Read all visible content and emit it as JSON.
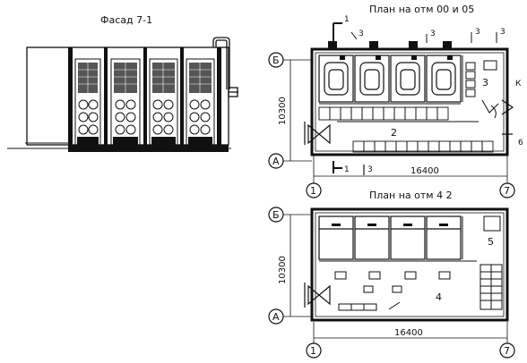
{
  "facade": {
    "title": "Фасад 7-1"
  },
  "plan1": {
    "title": "План на отм 00 и 05",
    "dim_width": "16400",
    "dim_height": "10300",
    "axis_top": "Б",
    "axis_bottom": "А",
    "axis_left": "1",
    "axis_right": "7",
    "room_labels": [
      "3",
      "2"
    ],
    "section_marks": [
      "1",
      "1",
      "3",
      "3",
      "3",
      "3",
      "3",
      "К",
      "6"
    ]
  },
  "plan2": {
    "title": "План на отм 4 2",
    "dim_width": "16400",
    "dim_height": "10300",
    "axis_top": "Б",
    "axis_bottom": "А",
    "axis_left": "1",
    "axis_right": "7",
    "room_labels": [
      "5",
      "4"
    ]
  }
}
